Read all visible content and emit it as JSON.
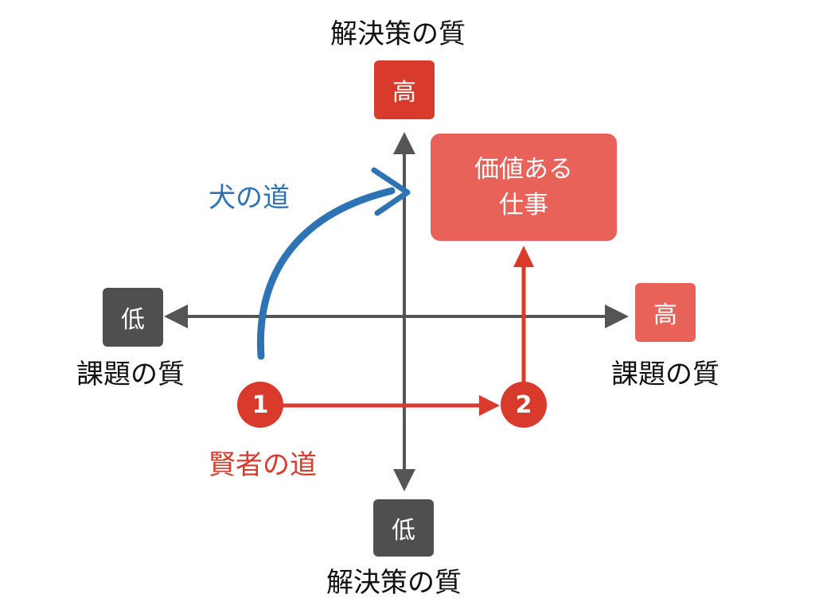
{
  "axis_y": {
    "title_top": "解決策の質",
    "title_bottom": "解決策の質",
    "high": "高",
    "low": "低"
  },
  "axis_x": {
    "title_left": "課題の質",
    "title_right": "課題の質",
    "high": "高",
    "low": "低"
  },
  "target": {
    "line1": "価値ある",
    "line2": "仕事"
  },
  "dog_path": {
    "label": "犬の道",
    "color": "#2e74b5"
  },
  "sage_path": {
    "label": "賢者の道",
    "color": "#d83a2c",
    "step1": "1",
    "step2": "2"
  },
  "colors": {
    "axis": "#555555",
    "red": "#d83a2c",
    "pink": "#e8625a",
    "dark": "#4f4f4f"
  }
}
